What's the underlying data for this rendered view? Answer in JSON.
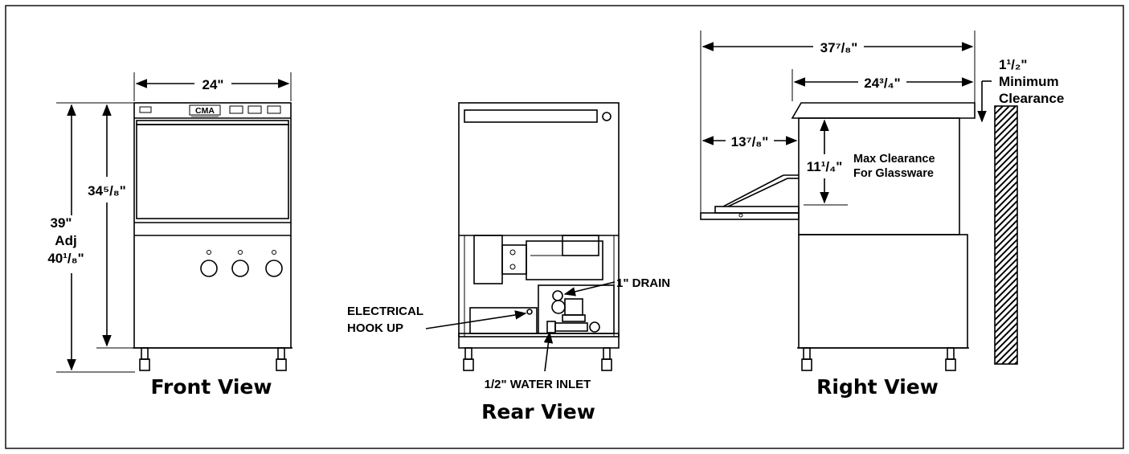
{
  "brand": {
    "logo_text": "CMA"
  },
  "front_view": {
    "title": "Front View",
    "width": "24\"",
    "height_inner": "34⁵/₈\"",
    "height_outer_line1": "39\"",
    "height_outer_line2": "Adj",
    "height_outer_line3": "40¹/₈\""
  },
  "rear_view": {
    "title": "Rear View",
    "drain": "1\" DRAIN",
    "electrical_line1": "ELECTRICAL",
    "electrical_line2": "HOOK UP",
    "water_inlet": "1/2\"  WATER INLET"
  },
  "right_view": {
    "title": "Right View",
    "overall_depth": "37⁷/₈\"",
    "body_depth": "24³/₄\"",
    "door_extension": "13⁷/₈\"",
    "max_clearance_value": "11¹/₄\"",
    "max_clearance_line1": "Max Clearance",
    "max_clearance_line2": "For Glassware",
    "wall_clearance_value": "1¹/₂\"",
    "wall_clearance_line1": "Minimum",
    "wall_clearance_line2": "Clearance"
  }
}
